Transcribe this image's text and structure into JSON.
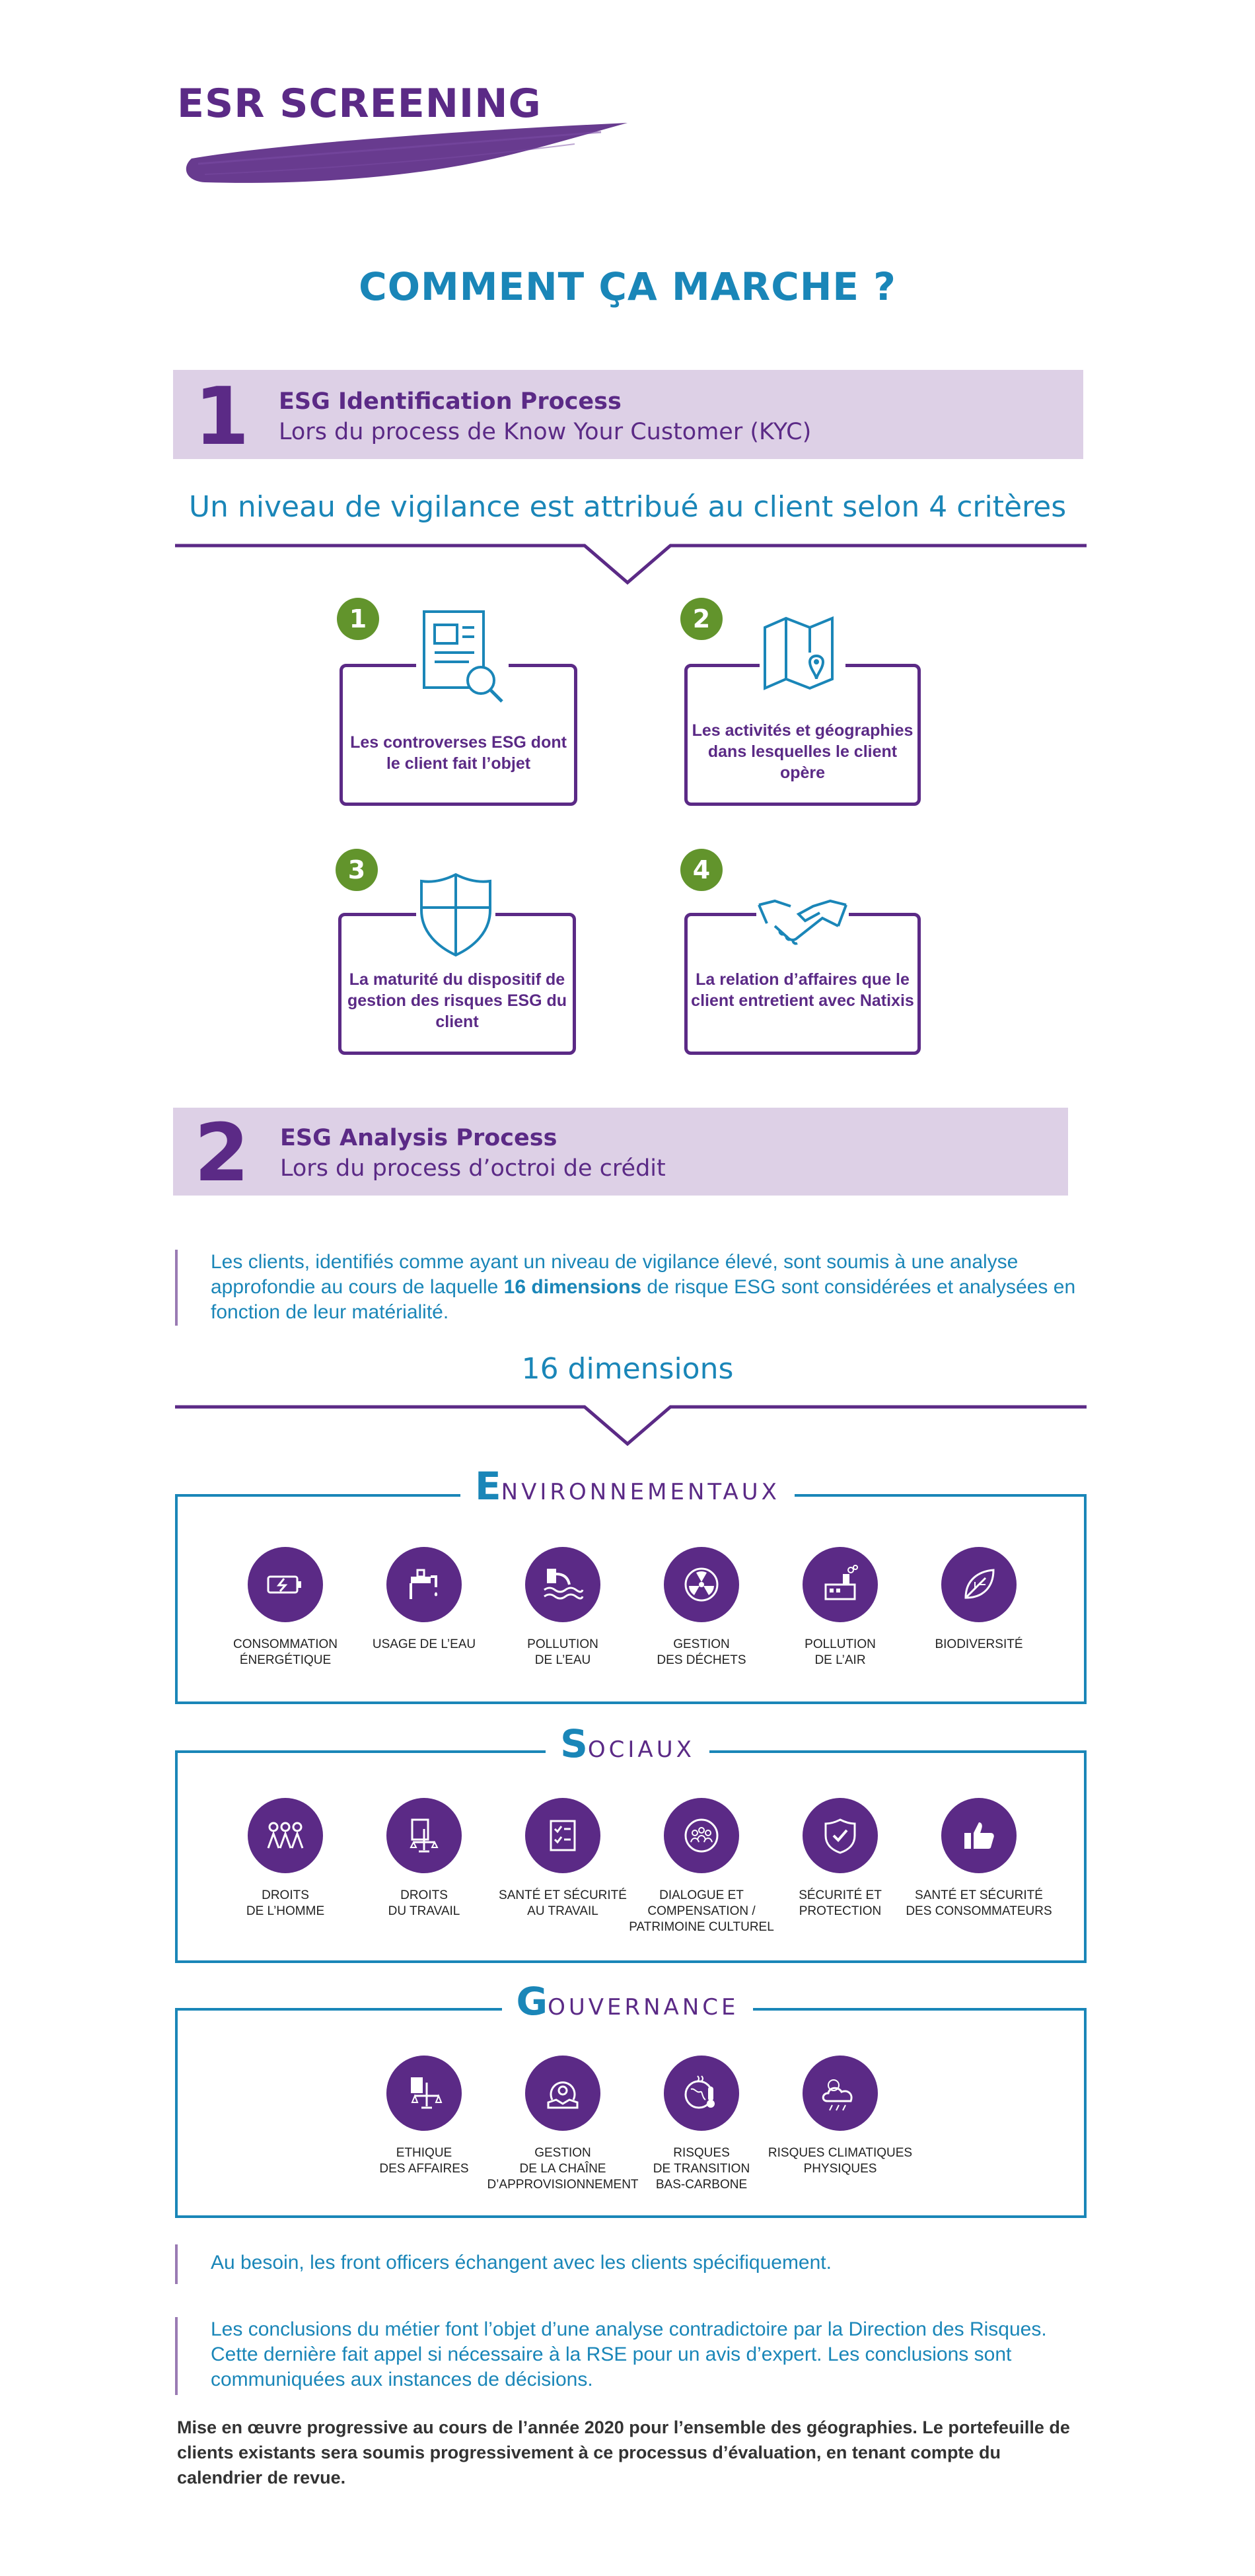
{
  "header": {
    "title": "ESR SCREENING",
    "subtitle": "COMMENT ÇA MARCHE ?"
  },
  "step1": {
    "number": "1",
    "title": "ESG Identification Process",
    "subtitle": "Lors du process de Know Your Customer (KYC)"
  },
  "criteria_heading": "Un niveau de vigilance est attribué au client selon 4 critères",
  "criteria": [
    {
      "number": "1",
      "icon": "document-search-icon",
      "text": "Les controverses ESG dont le client fait l’objet"
    },
    {
      "number": "2",
      "icon": "map-pin-icon",
      "text": "Les activités et géographies dans lesquelles le client opère"
    },
    {
      "number": "3",
      "icon": "shield-icon",
      "text": "La maturité du dispositif de gestion des risques ESG du client"
    },
    {
      "number": "4",
      "icon": "handshake-icon",
      "text": "La relation d’affaires que le client entretient avec Natixis"
    }
  ],
  "step2": {
    "number": "2",
    "title": "ESG Analysis Process",
    "subtitle": "Lors du process d’octroi de crédit"
  },
  "analysis_text": {
    "part1": "Les clients, identifiés comme ayant un niveau de vigilance élevé, sont soumis à une analyse approfondie au cours de laquelle ",
    "bold": "16 dimensions",
    "part2": " de risque ESG sont considérées et analysées en fonction de leur matérialité."
  },
  "dimensions_heading": "16 dimensions",
  "panels": {
    "env": {
      "initial": "E",
      "rest": "NVIRONNEMENTAUX",
      "items": [
        {
          "icon": "battery-icon",
          "label": "CONSOMMATION\nÉNERGÉTIQUE"
        },
        {
          "icon": "water-tap-icon",
          "label": "USAGE DE L’EAU"
        },
        {
          "icon": "water-pollution-icon",
          "label": "POLLUTION\nDE L’EAU"
        },
        {
          "icon": "radioactive-waste-icon",
          "label": "GESTION\nDES DÉCHETS"
        },
        {
          "icon": "factory-icon",
          "label": "POLLUTION\nDE L’AIR"
        },
        {
          "icon": "leaf-icon",
          "label": "BIODIVERSITÉ"
        }
      ]
    },
    "soc": {
      "initial": "S",
      "rest": "OCIAUX",
      "items": [
        {
          "icon": "people-icon",
          "label": "DROITS\nDE L’HOMME"
        },
        {
          "icon": "labor-scales-icon",
          "label": "DROITS\nDU TRAVAIL"
        },
        {
          "icon": "checklist-icon",
          "label": "SANTÉ ET SÉCURITÉ\nAU TRAVAIL"
        },
        {
          "icon": "community-icon",
          "label": "DIALOGUE ET\nCOMPENSATION /\nPATRIMOINE CULTUREL"
        },
        {
          "icon": "shield-check-icon",
          "label": "SÉCURITÉ ET\nPROTECTION"
        },
        {
          "icon": "thumbs-up-icon",
          "label": "SANTÉ ET SÉCURITÉ\nDES CONSOMMATEURS"
        }
      ]
    },
    "gov": {
      "initial": "G",
      "rest": "OUVERNANCE",
      "items": [
        {
          "icon": "ethics-scales-icon",
          "label": "ETHIQUE\nDES AFFAIRES"
        },
        {
          "icon": "supply-chain-icon",
          "label": "GESTION\nDE LA CHAÎNE\nD’APPROVISIONNEMENT"
        },
        {
          "icon": "earth-thermometer-icon",
          "label": "RISQUES\nDE TRANSITION\nBAS-CARBONE"
        },
        {
          "icon": "storm-cloud-icon",
          "label": "RISQUES CLIMATIQUES\nPHYSIQUES"
        }
      ]
    }
  },
  "note_front_officers": "Au besoin, les front officers échangent avec les clients spécifiquement.",
  "note_conclusions": "Les conclusions du métier font l’objet d’une analyse contradictoire par la Direction des Risques. Cette dernière fait appel si nécessaire à la RSE pour un avis d’expert. Les conclusions sont communiquées aux instances de décisions.",
  "footer_note": "Mise en œuvre progressive au cours de l’année 2020 pour l’ensemble des géographies. Le portefeuille de clients existants sera soumis progressivement à ce processus d’évaluation, en tenant compte du calendrier de revue.",
  "colors": {
    "purple": "#5b2a86",
    "blue": "#1a86b8",
    "green": "#62942c",
    "lavender": "#ddd0e6"
  }
}
